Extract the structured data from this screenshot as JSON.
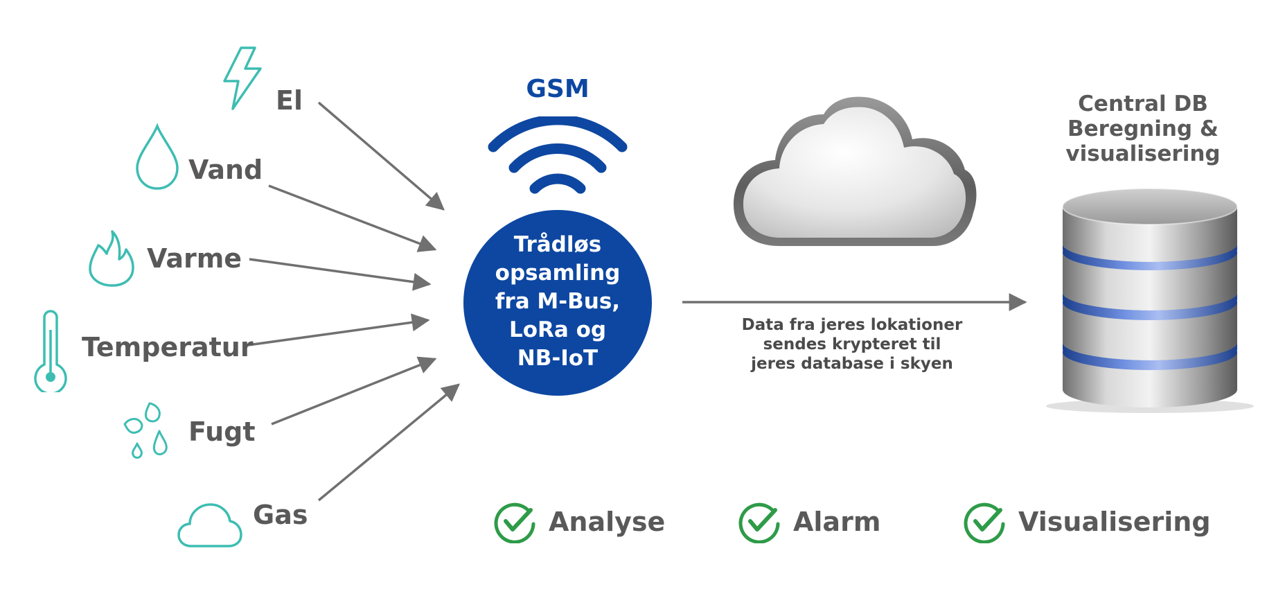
{
  "sources": [
    {
      "label": "El",
      "icon": "lightning-icon"
    },
    {
      "label": "Vand",
      "icon": "water-drop-icon"
    },
    {
      "label": "Varme",
      "icon": "flame-icon"
    },
    {
      "label": "Temperatur",
      "icon": "thermometer-icon"
    },
    {
      "label": "Fugt",
      "icon": "humidity-drops-icon"
    },
    {
      "label": "Gas",
      "icon": "gas-cloud-icon"
    }
  ],
  "gateway": {
    "title": "GSM",
    "icon": "wifi-signal-icon",
    "lines": [
      "Trådløs",
      "opsamling",
      "fra M-Bus,",
      "LoRa og",
      "NB-IoT"
    ]
  },
  "cloud": {
    "icon": "cloud-icon"
  },
  "transfer": {
    "lines": [
      "Data fra jeres lokationer",
      "sendes krypteret til",
      "jeres database i skyen"
    ]
  },
  "database": {
    "icon": "database-icon",
    "title_lines": [
      "Central DB",
      "Beregning &",
      "visualisering"
    ]
  },
  "features": [
    {
      "label": "Analyse",
      "icon": "check-circle-icon"
    },
    {
      "label": "Alarm",
      "icon": "check-circle-icon"
    },
    {
      "label": "Visualisering",
      "icon": "check-circle-icon"
    }
  ],
  "colors": {
    "icon_teal": "#3dbdb2",
    "hub_blue": "#0d47a1",
    "label_gray": "#595959",
    "arrow_gray": "#707070",
    "check_green": "#2e9b48"
  }
}
